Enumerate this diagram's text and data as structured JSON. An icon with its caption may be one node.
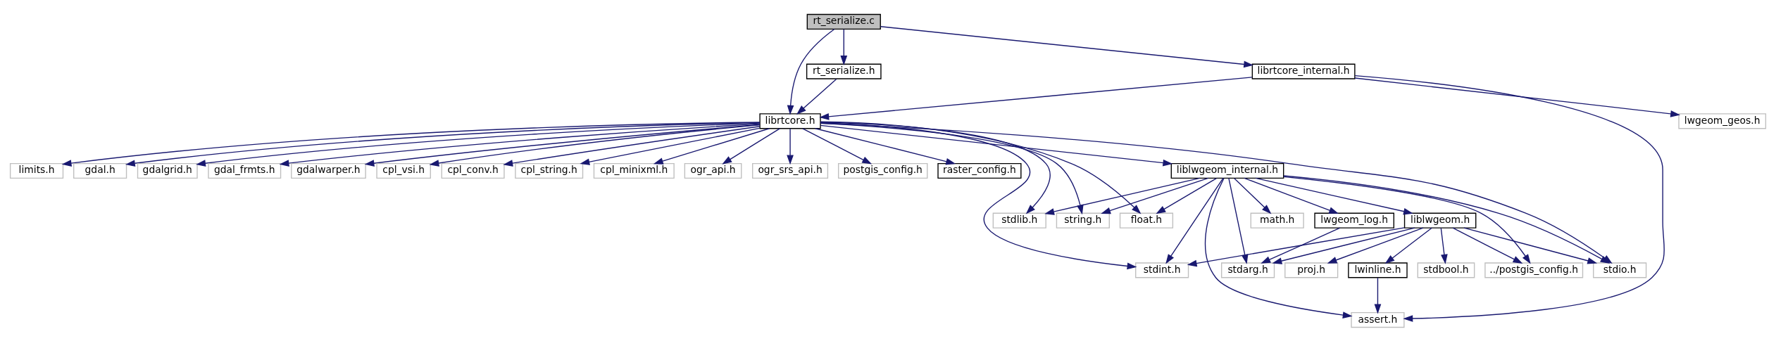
{
  "diagram": {
    "nodes": [
      {
        "text": [
          "rt_serialize.c"
        ]
      },
      {
        "text": [
          "rt_serialize.h"
        ]
      },
      {
        "text": [
          "librtcore_internal.h"
        ]
      },
      {
        "text": [
          "librtcore.h"
        ]
      },
      {
        "text": [
          "lwgeom_geos.h"
        ]
      },
      {
        "text": [
          "liblwgeom_internal.h"
        ]
      },
      {
        "text": [
          "limits.h"
        ]
      },
      {
        "text": [
          "gdal.h"
        ]
      },
      {
        "text": [
          "gdalgrid.h"
        ]
      },
      {
        "text": [
          "gdal_frmts.h"
        ]
      },
      {
        "text": [
          "gdalwarper.h"
        ]
      },
      {
        "text": [
          "cpl_vsi.h"
        ]
      },
      {
        "text": [
          "cpl_conv.h"
        ]
      },
      {
        "text": [
          "cpl_string.h"
        ]
      },
      {
        "text": [
          "cpl_minixml.h"
        ]
      },
      {
        "text": [
          "ogr_api.h"
        ]
      },
      {
        "text": [
          "ogr_srs_api.h"
        ]
      },
      {
        "text": [
          "postgis_config.h"
        ]
      },
      {
        "text": [
          "raster_config.h"
        ]
      },
      {
        "text": [
          "stdlib.h"
        ]
      },
      {
        "text": [
          "math.h"
        ]
      },
      {
        "text": [
          "lwgeom_log.h"
        ]
      },
      {
        "text": [
          "liblwgeom.h"
        ]
      },
      {
        "text": [
          "string.h"
        ]
      },
      {
        "text": [
          "float.h"
        ]
      },
      {
        "text": [
          "stdio.h"
        ]
      },
      {
        "text": [
          "stdint.h"
        ]
      },
      {
        "text": [
          "stdarg.h"
        ]
      },
      {
        "text": [
          "../postgis_config.h"
        ]
      },
      {
        "text": [
          "stdbool.h"
        ]
      },
      {
        "text": [
          "proj.h"
        ]
      },
      {
        "text": [
          "lwinline.h"
        ]
      },
      {
        "text": [
          "assert.h"
        ]
      }
    ],
    "edges": [
      {
        "from": 0,
        "to": 1,
        "arrow": "to"
      },
      {
        "from": 0,
        "to": 3,
        "arrow": "to"
      },
      {
        "from": 0,
        "to": 2,
        "arrow": "to"
      },
      {
        "from": 1,
        "to": 3,
        "arrow": "to"
      },
      {
        "from": 2,
        "to": 3,
        "arrow": "to"
      },
      {
        "from": 2,
        "to": 4,
        "arrow": "to"
      },
      {
        "from": 2,
        "to": 32,
        "arrow": "to"
      },
      {
        "from": 3,
        "to": 26,
        "arrow": "to"
      },
      {
        "from": 3,
        "to": 19,
        "arrow": "to"
      },
      {
        "from": 3,
        "to": 5,
        "arrow": "to"
      },
      {
        "from": 3,
        "to": 23,
        "arrow": "to"
      },
      {
        "from": 3,
        "to": 24,
        "arrow": "to"
      },
      {
        "from": 3,
        "to": 25,
        "arrow": "to"
      },
      {
        "from": 3,
        "to": 6,
        "arrow": "to"
      },
      {
        "from": 3,
        "to": 7,
        "arrow": "to"
      },
      {
        "from": 3,
        "to": 8,
        "arrow": "to"
      },
      {
        "from": 3,
        "to": 9,
        "arrow": "to"
      },
      {
        "from": 3,
        "to": 10,
        "arrow": "to"
      },
      {
        "from": 3,
        "to": 11,
        "arrow": "to"
      },
      {
        "from": 3,
        "to": 12,
        "arrow": "to"
      },
      {
        "from": 3,
        "to": 13,
        "arrow": "to"
      },
      {
        "from": 3,
        "to": 14,
        "arrow": "to"
      },
      {
        "from": 3,
        "to": 15,
        "arrow": "to"
      },
      {
        "from": 3,
        "to": 16,
        "arrow": "to"
      },
      {
        "from": 3,
        "to": 17,
        "arrow": "to"
      },
      {
        "from": 3,
        "to": 18,
        "arrow": "to"
      },
      {
        "from": 5,
        "to": 19,
        "arrow": "to"
      },
      {
        "from": 5,
        "to": 20,
        "arrow": "to"
      },
      {
        "from": 5,
        "to": 21,
        "arrow": "to"
      },
      {
        "from": 5,
        "to": 22,
        "arrow": "to"
      },
      {
        "from": 5,
        "to": 23,
        "arrow": "to"
      },
      {
        "from": 5,
        "to": 24,
        "arrow": "to"
      },
      {
        "from": 5,
        "to": 25,
        "arrow": "to"
      },
      {
        "from": 5,
        "to": 26,
        "arrow": "to"
      },
      {
        "from": 5,
        "to": 27,
        "arrow": "to"
      },
      {
        "from": 5,
        "to": 28,
        "arrow": "to"
      },
      {
        "from": 5,
        "to": 32,
        "arrow": "to"
      },
      {
        "from": 21,
        "to": 27,
        "arrow": "to"
      },
      {
        "from": 22,
        "to": 26,
        "arrow": "to"
      },
      {
        "from": 22,
        "to": 27,
        "arrow": "to"
      },
      {
        "from": 22,
        "to": 28,
        "arrow": "to"
      },
      {
        "from": 22,
        "to": 29,
        "arrow": "to"
      },
      {
        "from": 22,
        "to": 30,
        "arrow": "to"
      },
      {
        "from": 22,
        "to": 31,
        "arrow": "to"
      },
      {
        "from": 22,
        "to": 25,
        "arrow": "to"
      },
      {
        "from": 31,
        "to": 32,
        "arrow": "to"
      }
    ]
  }
}
